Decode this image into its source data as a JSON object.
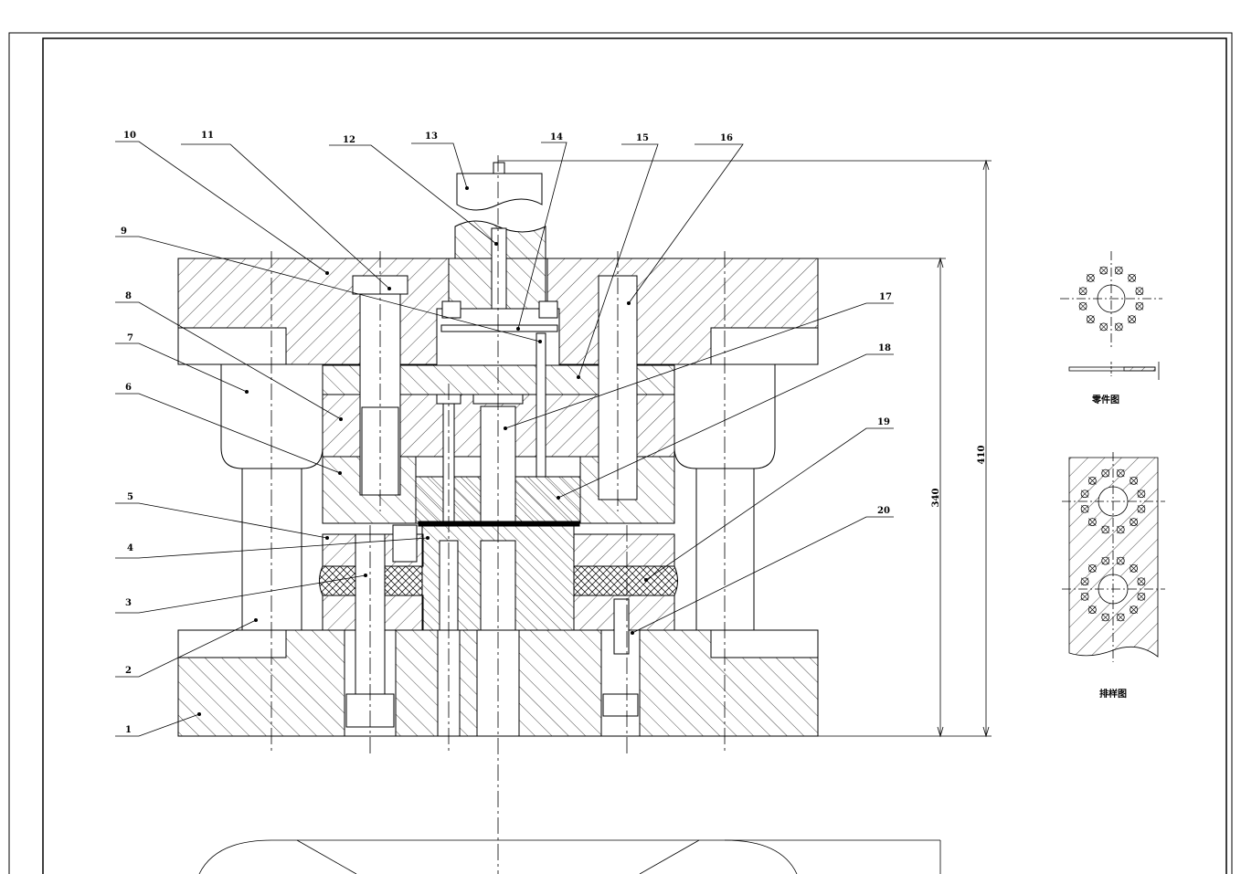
{
  "part_labels": [
    "1",
    "2",
    "3",
    "4",
    "5",
    "6",
    "7",
    "8",
    "9",
    "10",
    "11",
    "12",
    "13",
    "14",
    "15",
    "16",
    "17",
    "18",
    "19",
    "20"
  ],
  "dimensions": {
    "overall_height": "410",
    "die_height": "340"
  },
  "captions": {
    "part_drawing": "零件图",
    "layout_drawing": "排样图"
  }
}
